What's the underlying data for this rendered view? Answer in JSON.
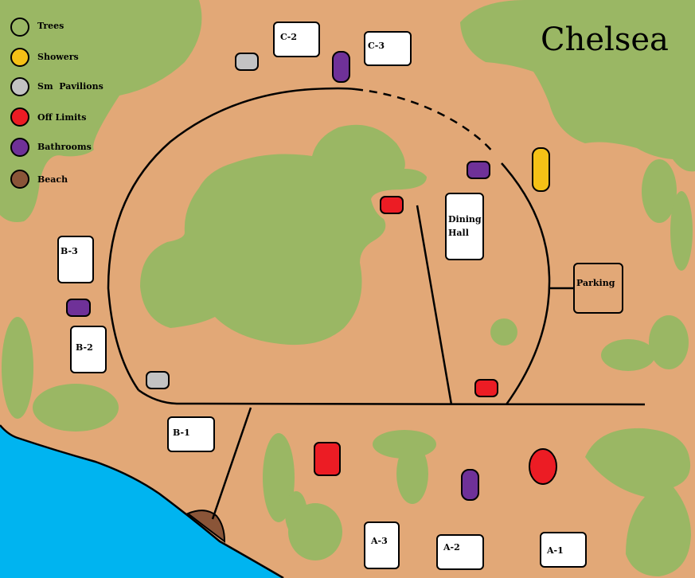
{
  "title": "Chelsea",
  "legend": [
    {
      "label": "Trees",
      "color": "#9ab764"
    },
    {
      "label": "Showers",
      "color": "#f5c116"
    },
    {
      "label": "Sm  Pavilions",
      "color": "#c3c3c3"
    },
    {
      "label": "Off Limits",
      "color": "#ec1c24"
    },
    {
      "label": "Bathrooms",
      "color": "#6f3198"
    },
    {
      "label": "Beach",
      "color": "#8a5538"
    }
  ],
  "buildings": {
    "c2": "C-2",
    "c3": "C-3",
    "b3": "B-3",
    "b2": "B-2",
    "b1": "B-1",
    "a3": "A-3",
    "a2": "A-2",
    "a1": "A-1",
    "dining_line1": "Dining",
    "dining_line2": "Hall",
    "parking": "Parking"
  },
  "colors": {
    "ground": "#e2a877",
    "trees": "#9ab764",
    "water": "#00b4f0",
    "beach": "#8a5538",
    "showers": "#f5c116",
    "pavilions": "#c3c3c3",
    "off_limits": "#ec1c24",
    "bathrooms": "#6f3198"
  }
}
